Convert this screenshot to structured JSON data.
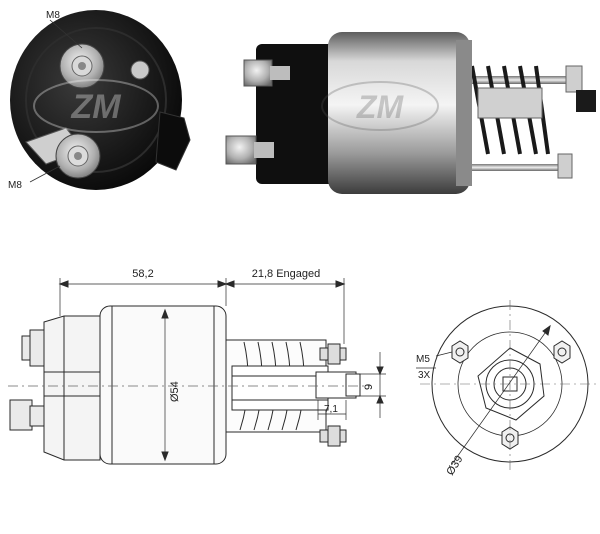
{
  "photo_top_left": {
    "callout_upper": "M8",
    "callout_lower": "M8",
    "watermark": "ZM"
  },
  "photo_top_right": {
    "watermark": "ZM"
  },
  "drawing_side": {
    "dim_length": "58,2",
    "dim_engaged": "21,8 Engaged",
    "dim_diameter": "Ø54",
    "dim_height": "9",
    "dim_offset": "7,1"
  },
  "drawing_end": {
    "thread_label": "M5",
    "thread_count": "3X",
    "bolt_circle": "Ø39"
  },
  "colors": {
    "line": "#2a2a2a",
    "body_dark": "#1a1a1a",
    "metal": "#b8b8b8"
  }
}
